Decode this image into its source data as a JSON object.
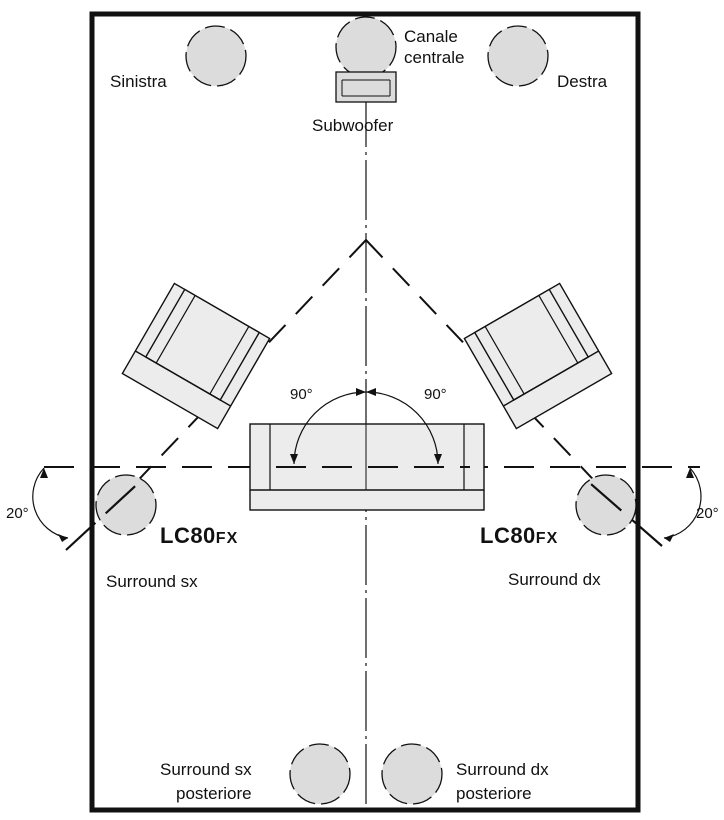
{
  "colors": {
    "speaker_fill": "#dcdcdc",
    "furniture_fill": "#ececec",
    "line": "#111111",
    "background": "#ffffff"
  },
  "labels": {
    "front_left": "Sinistra",
    "center_line1": "Canale",
    "center_line2": "centrale",
    "front_right": "Destra",
    "subwoofer": "Subwoofer",
    "surround_left": "Surround sx",
    "surround_right": "Surround dx",
    "rear_left_line1": "Surround sx",
    "rear_left_line2": "posteriore",
    "rear_right_line1": "Surround dx",
    "rear_right_line2": "posteriore"
  },
  "model": {
    "main": "LC80",
    "suffix": "FX"
  },
  "angles": {
    "listening_left": "90°",
    "listening_right": "90°",
    "toe_left": "20°",
    "toe_right": "20°"
  }
}
